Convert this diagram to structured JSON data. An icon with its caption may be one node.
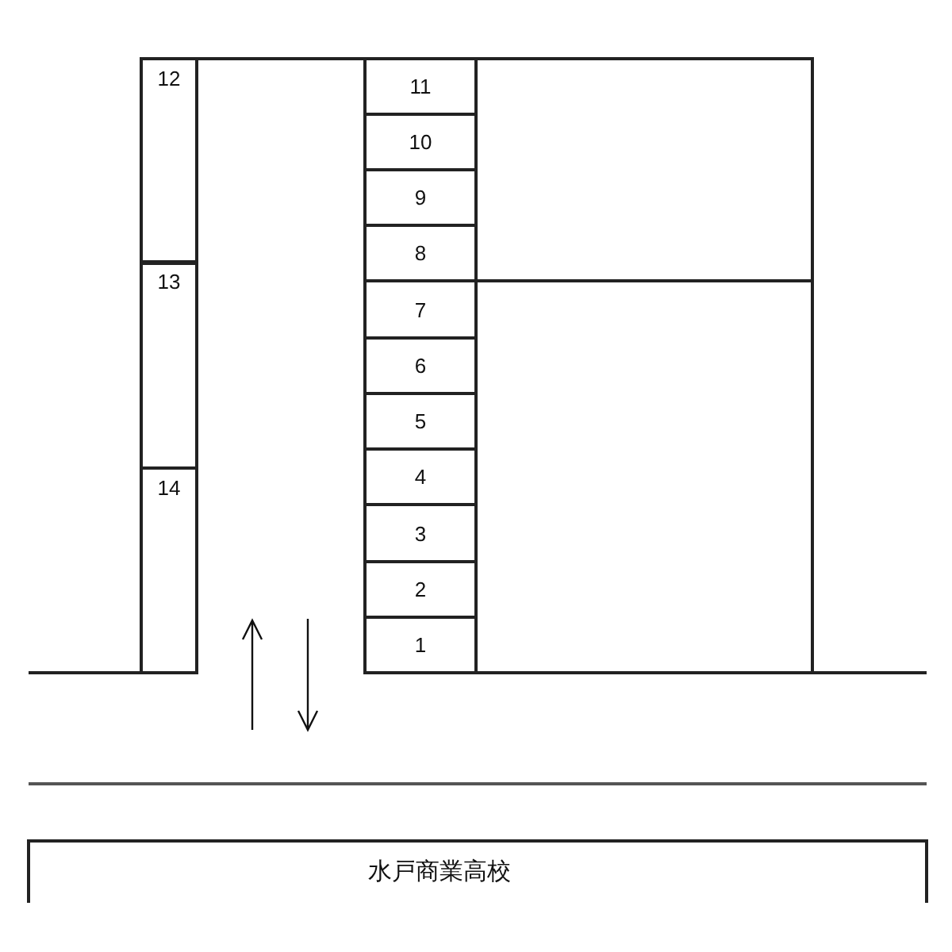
{
  "diagram": {
    "nodes": [
      {
        "text": [
          "12"
        ]
      },
      {
        "text": [
          "13"
        ]
      },
      {
        "text": [
          "14"
        ]
      },
      {
        "text": [
          "11"
        ]
      },
      {
        "text": [
          "10"
        ]
      },
      {
        "text": [
          "9"
        ]
      },
      {
        "text": [
          "8"
        ]
      },
      {
        "text": [
          "7"
        ]
      },
      {
        "text": [
          "6"
        ]
      },
      {
        "text": [
          "5"
        ]
      },
      {
        "text": [
          "4"
        ]
      },
      {
        "text": [
          "3"
        ]
      },
      {
        "text": [
          "2"
        ]
      },
      {
        "text": [
          "1"
        ]
      },
      {
        "text": [],
        "shape": "box"
      },
      {
        "text": [],
        "shape": "box"
      },
      {
        "text": [
          "水戸商業高校"
        ]
      }
    ]
  }
}
